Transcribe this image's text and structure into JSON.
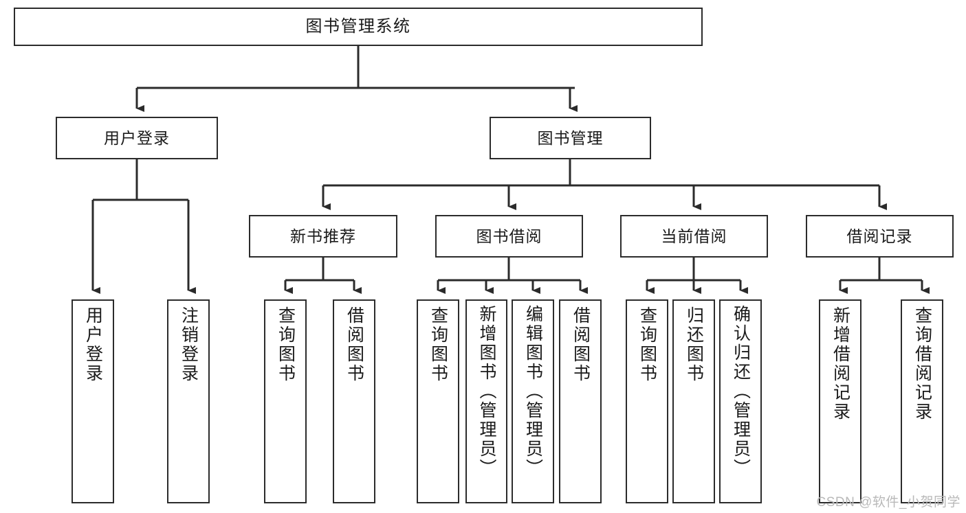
{
  "diagram": {
    "title": "图书管理系统",
    "type": "tree-hierarchy",
    "orientation": "top-down",
    "colors": {
      "box_border": "#2b2b2b",
      "box_fill": "#ffffff",
      "connector": "#2b2b2b",
      "text": "#1a1a1a",
      "watermark": "#b9b9b9"
    },
    "root": {
      "label": "图书管理系统"
    },
    "level2": [
      {
        "id": "user-login",
        "label": "用户登录"
      },
      {
        "id": "book-manage",
        "label": "图书管理"
      }
    ],
    "level3": [
      {
        "id": "new-book-recommend",
        "label": "新书推荐",
        "parent": "book-manage"
      },
      {
        "id": "book-borrow",
        "label": "图书借阅",
        "parent": "book-manage"
      },
      {
        "id": "current-borrow",
        "label": "当前借阅",
        "parent": "book-manage"
      },
      {
        "id": "borrow-record",
        "label": "借阅记录",
        "parent": "book-manage"
      }
    ],
    "leaves": [
      {
        "id": "leaf-user-login",
        "label": "用户登录",
        "parent": "user-login"
      },
      {
        "id": "leaf-user-logout",
        "label": "注销登录",
        "parent": "user-login"
      },
      {
        "id": "leaf-query-book-1",
        "label": "查询图书",
        "parent": "new-book-recommend"
      },
      {
        "id": "leaf-borrow-book-1",
        "label": "借阅图书",
        "parent": "new-book-recommend"
      },
      {
        "id": "leaf-query-book-2",
        "label": "查询图书",
        "parent": "book-borrow"
      },
      {
        "id": "leaf-add-book",
        "label": "新增图书（管理员）",
        "parent": "book-borrow"
      },
      {
        "id": "leaf-edit-book",
        "label": "编辑图书（管理员）",
        "parent": "book-borrow"
      },
      {
        "id": "leaf-borrow-book-2",
        "label": "借阅图书",
        "parent": "book-borrow"
      },
      {
        "id": "leaf-query-book-3",
        "label": "查询图书",
        "parent": "current-borrow"
      },
      {
        "id": "leaf-return-book",
        "label": "归还图书",
        "parent": "current-borrow"
      },
      {
        "id": "leaf-confirm-return",
        "label": "确认归还（管理员）",
        "parent": "current-borrow"
      },
      {
        "id": "leaf-add-record",
        "label": "新增借阅记录",
        "parent": "borrow-record"
      },
      {
        "id": "leaf-query-record",
        "label": "查询借阅记录",
        "parent": "borrow-record"
      }
    ],
    "watermark": "CSDN @软件_小贺同学"
  }
}
